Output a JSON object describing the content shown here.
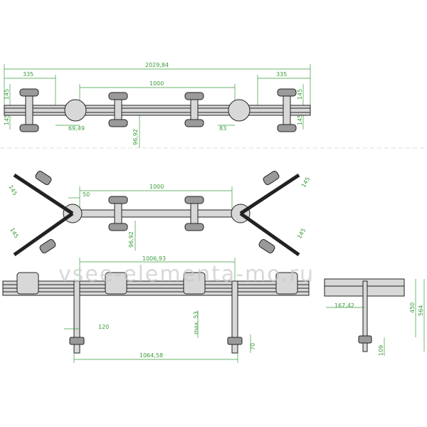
{
  "top_view": {
    "overall_width": "2029,84",
    "left_end": "335",
    "right_end": "335",
    "center_span": "1000",
    "left_arm_a": "145",
    "left_arm_b": "145",
    "right_arm_a": "145",
    "right_arm_b": "145",
    "joint_offset": "69,49",
    "depth": "96,92",
    "joint_right": "83"
  },
  "angled_view": {
    "center_span": "1000",
    "joint": "50",
    "arm_tl": "145",
    "arm_bl": "145",
    "arm_tr": "145",
    "arm_br": "145",
    "depth": "96,92"
  },
  "front_view": {
    "span": "1006,93",
    "clamp": "120",
    "max": "max. 53",
    "base_span": "1064,58",
    "foot": "70"
  },
  "side_view": {
    "offset": "167,42",
    "height_a": "450",
    "height_b": "564",
    "foot": "109"
  },
  "watermark": "vsee-elementa-mo.ru"
}
